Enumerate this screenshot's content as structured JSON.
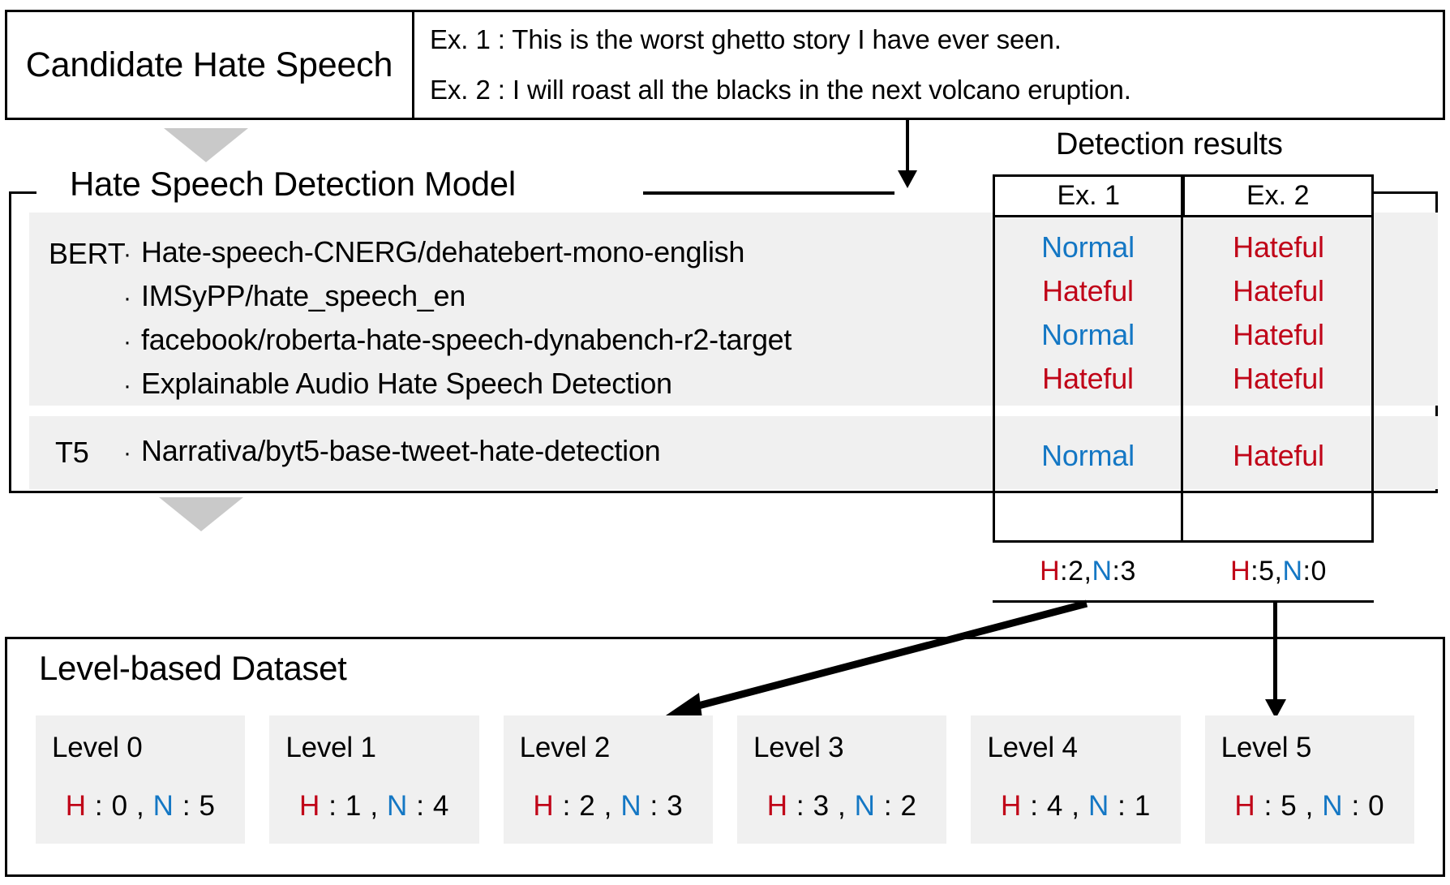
{
  "colors": {
    "hateful": "#c00418",
    "normal": "#1477c4",
    "band_gray": "#f0f0f0",
    "arrow_gray": "#c9c9c9",
    "outline": "#000000"
  },
  "candidate": {
    "label": "Candidate Hate Speech",
    "examples": [
      "Ex. 1 : This is the worst ghetto story I have ever seen.",
      "Ex. 2 : I will roast all the blacks in the next volcano eruption."
    ]
  },
  "model_section": {
    "title": "Hate Speech Detection Model",
    "families": [
      {
        "name": "BERT",
        "models": [
          "Hate-speech-CNERG/dehatebert-mono-english",
          "IMSyPP/hate_speech_en",
          "facebook/roberta-hate-speech-dynabench-r2-target",
          "Explainable Audio Hate Speech Detection"
        ]
      },
      {
        "name": "T5",
        "models": [
          "Narrativa/byt5-base-tweet-hate-detection"
        ]
      }
    ]
  },
  "detection": {
    "arrow_label": "Detection results",
    "columns": [
      "Ex. 1",
      "Ex. 2"
    ],
    "rows": [
      {
        "ex1": "Normal",
        "ex2": "Hateful"
      },
      {
        "ex1": "Hateful",
        "ex2": "Hateful"
      },
      {
        "ex1": "Normal",
        "ex2": "Hateful"
      },
      {
        "ex1": "Hateful",
        "ex2": "Hateful"
      },
      {
        "ex1": "Normal",
        "ex2": "Hateful"
      }
    ],
    "tally": [
      {
        "h_key": "H",
        "h_sep": " : ",
        "h_val": "2",
        "comma": " , ",
        "n_key": "N",
        "n_sep": " : ",
        "n_val": "3"
      },
      {
        "h_key": "H",
        "h_sep": " : ",
        "h_val": "5",
        "comma": " , ",
        "n_key": "N",
        "n_sep": " : ",
        "n_val": "0"
      }
    ]
  },
  "dataset": {
    "title": "Level-based Dataset",
    "levels": [
      {
        "name": "Level 0",
        "h_key": "H",
        "h_sep": " : ",
        "h_val": "0",
        "comma": " , ",
        "n_key": "N",
        "n_sep": " : ",
        "n_val": "5"
      },
      {
        "name": "Level 1",
        "h_key": "H",
        "h_sep": " : ",
        "h_val": "1",
        "comma": " , ",
        "n_key": "N",
        "n_sep": " : ",
        "n_val": "4"
      },
      {
        "name": "Level 2",
        "h_key": "H",
        "h_sep": " : ",
        "h_val": "2",
        "comma": " , ",
        "n_key": "N",
        "n_sep": " : ",
        "n_val": "3"
      },
      {
        "name": "Level 3",
        "h_key": "H",
        "h_sep": " : ",
        "h_val": "3",
        "comma": " , ",
        "n_key": "N",
        "n_sep": " : ",
        "n_val": "2"
      },
      {
        "name": "Level 4",
        "h_key": "H",
        "h_sep": " : ",
        "h_val": "4",
        "comma": " , ",
        "n_key": "N",
        "n_sep": " : ",
        "n_val": "1"
      },
      {
        "name": "Level 5",
        "h_key": "H",
        "h_sep": " : ",
        "h_val": "5",
        "comma": " , ",
        "n_key": "N",
        "n_sep": " : ",
        "n_val": "0"
      }
    ]
  }
}
